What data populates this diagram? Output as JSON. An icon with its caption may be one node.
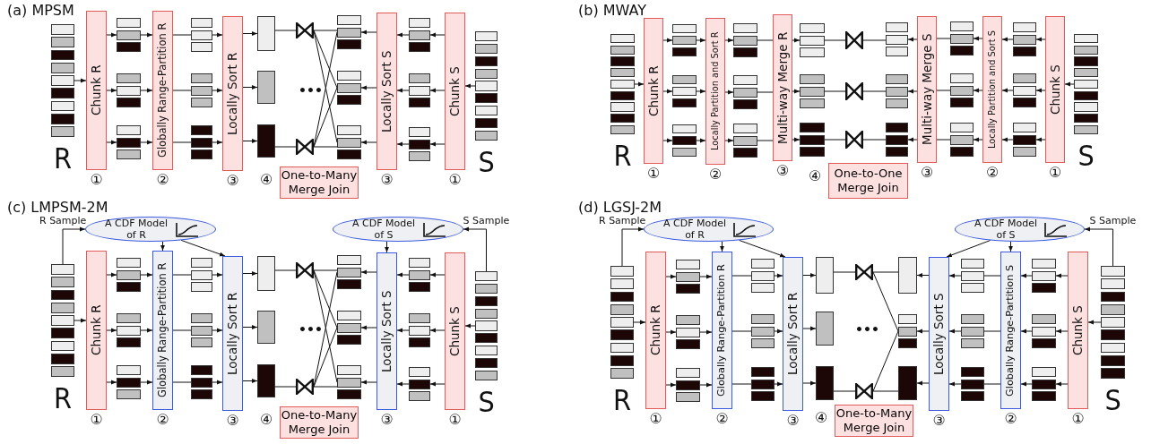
{
  "diagram": {
    "nodes": [
      {
        "text": [],
        "shape": "box",
        "beside": [
          "R"
        ]
      },
      {
        "text": [
          "Chunk R"
        ],
        "beside": [
          "①"
        ]
      },
      {
        "text": [],
        "shape": "box"
      },
      {
        "text": [],
        "shape": "box"
      },
      {
        "text": [],
        "shape": "box"
      },
      {
        "text": [
          "Globally Range-Partition R"
        ],
        "beside": [
          "②"
        ]
      },
      {
        "text": [],
        "shape": "box"
      },
      {
        "text": [],
        "shape": "box"
      },
      {
        "text": [],
        "shape": "box"
      },
      {
        "text": [
          "Locally Sort R"
        ],
        "beside": [
          "③"
        ]
      },
      {
        "text": [],
        "shape": "box"
      },
      {
        "text": [],
        "shape": "box"
      },
      {
        "text": [],
        "shape": "box"
      },
      {
        "text": [],
        "shape": "bowtie"
      },
      {
        "text": [],
        "shape": "bowtie"
      },
      {
        "text": [
          "One-to-Many Merge Join"
        ],
        "beside": [
          "④"
        ]
      },
      {
        "text": [],
        "shape": "box"
      },
      {
        "text": [],
        "shape": "box"
      },
      {
        "text": [],
        "shape": "box"
      },
      {
        "text": [
          "Locally Sort S"
        ],
        "beside": [
          "③"
        ]
      },
      {
        "text": [],
        "shape": "box"
      },
      {
        "text": [],
        "shape": "box"
      },
      {
        "text": [],
        "shape": "box"
      },
      {
        "text": [
          "Chunk S"
        ],
        "beside": [
          "①"
        ]
      },
      {
        "text": [],
        "shape": "box",
        "beside": [
          "S"
        ]
      },
      {
        "text": [],
        "shape": "box",
        "beside": [
          "R"
        ]
      },
      {
        "text": [
          "Chunk R"
        ],
        "beside": [
          "①"
        ]
      },
      {
        "text": [],
        "shape": "box"
      },
      {
        "text": [],
        "shape": "box"
      },
      {
        "text": [],
        "shape": "box"
      },
      {
        "text": [
          "Locally Partition and Sort R"
        ],
        "beside": [
          "②"
        ]
      },
      {
        "text": [],
        "shape": "box"
      },
      {
        "text": [],
        "shape": "box"
      },
      {
        "text": [],
        "shape": "box"
      },
      {
        "text": [
          "Multi-way Merge R"
        ],
        "beside": [
          "③"
        ]
      },
      {
        "text": [],
        "shape": "box"
      },
      {
        "text": [],
        "shape": "box"
      },
      {
        "text": [],
        "shape": "box"
      },
      {
        "text": [],
        "shape": "bowtie"
      },
      {
        "text": [],
        "shape": "bowtie"
      },
      {
        "text": [],
        "shape": "bowtie"
      },
      {
        "text": [
          "One-to-One Merge Join"
        ],
        "beside": [
          "④"
        ]
      },
      {
        "text": [],
        "shape": "box"
      },
      {
        "text": [],
        "shape": "box"
      },
      {
        "text": [],
        "shape": "box"
      },
      {
        "text": [
          "Multi-way Merge S"
        ],
        "beside": [
          "③"
        ]
      },
      {
        "text": [],
        "shape": "box"
      },
      {
        "text": [],
        "shape": "box"
      },
      {
        "text": [],
        "shape": "box"
      },
      {
        "text": [
          "Locally Partition and Sort S"
        ],
        "beside": [
          "②"
        ]
      },
      {
        "text": [],
        "shape": "box"
      },
      {
        "text": [],
        "shape": "box"
      },
      {
        "text": [],
        "shape": "box"
      },
      {
        "text": [
          "Chunk S"
        ],
        "beside": [
          "①"
        ]
      },
      {
        "text": [],
        "shape": "box",
        "beside": [
          "S"
        ]
      },
      {
        "text": [
          "A CDF Model of R"
        ]
      },
      {
        "text": [
          "A CDF Model of S"
        ]
      },
      {
        "text": [],
        "shape": "box",
        "beside": [
          "R"
        ]
      },
      {
        "text": [
          "Chunk R"
        ],
        "beside": [
          "①"
        ]
      },
      {
        "text": [],
        "shape": "box"
      },
      {
        "text": [],
        "shape": "box"
      },
      {
        "text": [],
        "shape": "box"
      },
      {
        "text": [
          "Globally Range-Partition R"
        ],
        "beside": [
          "②"
        ]
      },
      {
        "text": [],
        "shape": "box"
      },
      {
        "text": [],
        "shape": "box"
      },
      {
        "text": [],
        "shape": "box"
      },
      {
        "text": [
          "Locally Sort R"
        ],
        "beside": [
          "③"
        ]
      },
      {
        "text": [],
        "shape": "box"
      },
      {
        "text": [],
        "shape": "box"
      },
      {
        "text": [],
        "shape": "box"
      },
      {
        "text": [],
        "shape": "bowtie"
      },
      {
        "text": [],
        "shape": "bowtie"
      },
      {
        "text": [
          "One-to-Many Merge Join"
        ],
        "beside": [
          "④"
        ]
      },
      {
        "text": [],
        "shape": "box"
      },
      {
        "text": [],
        "shape": "box"
      },
      {
        "text": [],
        "shape": "box"
      },
      {
        "text": [
          "Locally Sort S"
        ],
        "beside": [
          "③"
        ]
      },
      {
        "text": [],
        "shape": "box"
      },
      {
        "text": [],
        "shape": "box"
      },
      {
        "text": [],
        "shape": "box"
      },
      {
        "text": [
          "Chunk S"
        ],
        "beside": [
          "①"
        ]
      },
      {
        "text": [],
        "shape": "box",
        "beside": [
          "S"
        ]
      },
      {
        "text": [
          "A CDF Model of R"
        ]
      },
      {
        "text": [
          "A CDF Model of S"
        ]
      },
      {
        "text": [],
        "shape": "box",
        "beside": [
          "R"
        ]
      },
      {
        "text": [
          "Chunk R"
        ],
        "beside": [
          "①"
        ]
      },
      {
        "text": [],
        "shape": "box"
      },
      {
        "text": [],
        "shape": "box"
      },
      {
        "text": [],
        "shape": "box"
      },
      {
        "text": [
          "Globally Range-Partition R"
        ],
        "beside": [
          "②"
        ]
      },
      {
        "text": [],
        "shape": "box"
      },
      {
        "text": [],
        "shape": "box"
      },
      {
        "text": [],
        "shape": "box"
      },
      {
        "text": [
          "Locally Sort R"
        ],
        "beside": [
          "③"
        ]
      },
      {
        "text": [],
        "shape": "box"
      },
      {
        "text": [],
        "shape": "box"
      },
      {
        "text": [],
        "shape": "box"
      },
      {
        "text": [],
        "shape": "bowtie"
      },
      {
        "text": [],
        "shape": "bowtie"
      },
      {
        "text": [
          "One-to-Many Merge Join"
        ],
        "beside": [
          "④"
        ]
      },
      {
        "text": [],
        "shape": "box"
      },
      {
        "text": [],
        "shape": "box"
      },
      {
        "text": [],
        "shape": "box"
      },
      {
        "text": [
          "Locally Sort S"
        ],
        "beside": [
          "③"
        ]
      },
      {
        "text": [],
        "shape": "box"
      },
      {
        "text": [],
        "shape": "box"
      },
      {
        "text": [],
        "shape": "box"
      },
      {
        "text": [
          "Globally Range-Partition S"
        ],
        "beside": [
          "②"
        ]
      },
      {
        "text": [],
        "shape": "box"
      },
      {
        "text": [],
        "shape": "box"
      },
      {
        "text": [],
        "shape": "box"
      },
      {
        "text": [
          "Chunk S"
        ],
        "beside": [
          "①"
        ]
      },
      {
        "text": [],
        "shape": "box",
        "beside": [
          "S"
        ]
      }
    ],
    "edges": [
      {
        "from": 0,
        "to": 1,
        "arrow": "to"
      },
      {
        "from": 1,
        "to": 2,
        "arrow": "to"
      },
      {
        "from": 1,
        "to": 3,
        "arrow": "to"
      },
      {
        "from": 1,
        "to": 4,
        "arrow": "to"
      },
      {
        "from": 2,
        "to": 5,
        "arrow": "to"
      },
      {
        "from": 3,
        "to": 5,
        "arrow": "to"
      },
      {
        "from": 4,
        "to": 5,
        "arrow": "to"
      },
      {
        "from": 5,
        "to": 6,
        "arrow": "none"
      },
      {
        "from": 5,
        "to": 7,
        "arrow": "none"
      },
      {
        "from": 5,
        "to": 8,
        "arrow": "none"
      },
      {
        "from": 6,
        "to": 9,
        "arrow": "to"
      },
      {
        "from": 7,
        "to": 9,
        "arrow": "to"
      },
      {
        "from": 8,
        "to": 9,
        "arrow": "to"
      },
      {
        "from": 9,
        "to": 10,
        "arrow": "to"
      },
      {
        "from": 9,
        "to": 11,
        "arrow": "to"
      },
      {
        "from": 9,
        "to": 12,
        "arrow": "to"
      },
      {
        "from": 10,
        "to": 13,
        "arrow": "none"
      },
      {
        "from": 12,
        "to": 14,
        "arrow": "none"
      },
      {
        "from": 13,
        "to": 16,
        "arrow": "none"
      },
      {
        "from": 13,
        "to": 17,
        "arrow": "none"
      },
      {
        "from": 13,
        "to": 18,
        "arrow": "none"
      },
      {
        "from": 14,
        "to": 16,
        "arrow": "none"
      },
      {
        "from": 14,
        "to": 17,
        "arrow": "none"
      },
      {
        "from": 14,
        "to": 18,
        "arrow": "none"
      },
      {
        "from": 19,
        "to": 16,
        "arrow": "to"
      },
      {
        "from": 19,
        "to": 17,
        "arrow": "to"
      },
      {
        "from": 19,
        "to": 18,
        "arrow": "to"
      },
      {
        "from": 20,
        "to": 19,
        "arrow": "to"
      },
      {
        "from": 21,
        "to": 19,
        "arrow": "to"
      },
      {
        "from": 22,
        "to": 19,
        "arrow": "to"
      },
      {
        "from": 23,
        "to": 20,
        "arrow": "to"
      },
      {
        "from": 23,
        "to": 21,
        "arrow": "to"
      },
      {
        "from": 23,
        "to": 22,
        "arrow": "to"
      },
      {
        "from": 24,
        "to": 23,
        "arrow": "to"
      },
      {
        "from": 25,
        "to": 26,
        "arrow": "to"
      },
      {
        "from": 26,
        "to": 27,
        "arrow": "to"
      },
      {
        "from": 26,
        "to": 28,
        "arrow": "to"
      },
      {
        "from": 26,
        "to": 29,
        "arrow": "to"
      },
      {
        "from": 27,
        "to": 30,
        "arrow": "to"
      },
      {
        "from": 28,
        "to": 30,
        "arrow": "to"
      },
      {
        "from": 29,
        "to": 30,
        "arrow": "to"
      },
      {
        "from": 30,
        "to": 31,
        "arrow": "to"
      },
      {
        "from": 30,
        "to": 32,
        "arrow": "to"
      },
      {
        "from": 30,
        "to": 33,
        "arrow": "to"
      },
      {
        "from": 31,
        "to": 34,
        "arrow": "none"
      },
      {
        "from": 32,
        "to": 34,
        "arrow": "none"
      },
      {
        "from": 33,
        "to": 34,
        "arrow": "none"
      },
      {
        "from": 34,
        "to": 35,
        "arrow": "to"
      },
      {
        "from": 34,
        "to": 36,
        "arrow": "to"
      },
      {
        "from": 34,
        "to": 37,
        "arrow": "to"
      },
      {
        "from": 35,
        "to": 38,
        "arrow": "none"
      },
      {
        "from": 36,
        "to": 39,
        "arrow": "none"
      },
      {
        "from": 37,
        "to": 40,
        "arrow": "none"
      },
      {
        "from": 38,
        "to": 42,
        "arrow": "none"
      },
      {
        "from": 39,
        "to": 43,
        "arrow": "none"
      },
      {
        "from": 40,
        "to": 44,
        "arrow": "none"
      },
      {
        "from": 45,
        "to": 42,
        "arrow": "to"
      },
      {
        "from": 45,
        "to": 43,
        "arrow": "to"
      },
      {
        "from": 45,
        "to": 44,
        "arrow": "to"
      },
      {
        "from": 46,
        "to": 45,
        "arrow": "none"
      },
      {
        "from": 47,
        "to": 45,
        "arrow": "none"
      },
      {
        "from": 48,
        "to": 45,
        "arrow": "none"
      },
      {
        "from": 49,
        "to": 46,
        "arrow": "to"
      },
      {
        "from": 49,
        "to": 47,
        "arrow": "to"
      },
      {
        "from": 49,
        "to": 48,
        "arrow": "to"
      },
      {
        "from": 50,
        "to": 49,
        "arrow": "to"
      },
      {
        "from": 51,
        "to": 49,
        "arrow": "to"
      },
      {
        "from": 52,
        "to": 49,
        "arrow": "to"
      },
      {
        "from": 53,
        "to": 50,
        "arrow": "to"
      },
      {
        "from": 53,
        "to": 51,
        "arrow": "to"
      },
      {
        "from": 53,
        "to": 52,
        "arrow": "to"
      },
      {
        "from": 54,
        "to": 53,
        "arrow": "to"
      },
      {
        "from": 57,
        "to": 55,
        "arrow": "to",
        "label": "R Sample"
      },
      {
        "from": 55,
        "to": 62,
        "arrow": "to"
      },
      {
        "from": 55,
        "to": 66,
        "arrow": "to"
      },
      {
        "from": 81,
        "to": 56,
        "arrow": "to",
        "label": "S Sample"
      },
      {
        "from": 56,
        "to": 76,
        "arrow": "to"
      },
      {
        "from": 57,
        "to": 58,
        "arrow": "to"
      },
      {
        "from": 58,
        "to": 59,
        "arrow": "to"
      },
      {
        "from": 58,
        "to": 60,
        "arrow": "to"
      },
      {
        "from": 58,
        "to": 61,
        "arrow": "to"
      },
      {
        "from": 59,
        "to": 62,
        "arrow": "to"
      },
      {
        "from": 60,
        "to": 62,
        "arrow": "to"
      },
      {
        "from": 61,
        "to": 62,
        "arrow": "to"
      },
      {
        "from": 62,
        "to": 63,
        "arrow": "none"
      },
      {
        "from": 62,
        "to": 64,
        "arrow": "none"
      },
      {
        "from": 62,
        "to": 65,
        "arrow": "none"
      },
      {
        "from": 63,
        "to": 66,
        "arrow": "to"
      },
      {
        "from": 64,
        "to": 66,
        "arrow": "to"
      },
      {
        "from": 65,
        "to": 66,
        "arrow": "to"
      },
      {
        "from": 66,
        "to": 67,
        "arrow": "to"
      },
      {
        "from": 66,
        "to": 68,
        "arrow": "to"
      },
      {
        "from": 66,
        "to": 69,
        "arrow": "to"
      },
      {
        "from": 67,
        "to": 70,
        "arrow": "none"
      },
      {
        "from": 69,
        "to": 71,
        "arrow": "none"
      },
      {
        "from": 70,
        "to": 73,
        "arrow": "none"
      },
      {
        "from": 70,
        "to": 74,
        "arrow": "none"
      },
      {
        "from": 70,
        "to": 75,
        "arrow": "none"
      },
      {
        "from": 71,
        "to": 73,
        "arrow": "none"
      },
      {
        "from": 71,
        "to": 74,
        "arrow": "none"
      },
      {
        "from": 71,
        "to": 75,
        "arrow": "none"
      },
      {
        "from": 76,
        "to": 73,
        "arrow": "to"
      },
      {
        "from": 76,
        "to": 74,
        "arrow": "to"
      },
      {
        "from": 76,
        "to": 75,
        "arrow": "to"
      },
      {
        "from": 77,
        "to": 76,
        "arrow": "to"
      },
      {
        "from": 78,
        "to": 76,
        "arrow": "to"
      },
      {
        "from": 79,
        "to": 76,
        "arrow": "to"
      },
      {
        "from": 80,
        "to": 77,
        "arrow": "to"
      },
      {
        "from": 80,
        "to": 78,
        "arrow": "to"
      },
      {
        "from": 80,
        "to": 79,
        "arrow": "to"
      },
      {
        "from": 81,
        "to": 80,
        "arrow": "to"
      },
      {
        "from": 84,
        "to": 82,
        "arrow": "to",
        "label": "R Sample"
      },
      {
        "from": 82,
        "to": 89,
        "arrow": "to"
      },
      {
        "from": 82,
        "to": 93,
        "arrow": "to"
      },
      {
        "from": 112,
        "to": 83,
        "arrow": "to",
        "label": "S Sample"
      },
      {
        "from": 83,
        "to": 103,
        "arrow": "to"
      },
      {
        "from": 83,
        "to": 107,
        "arrow": "to"
      },
      {
        "from": 84,
        "to": 85,
        "arrow": "to"
      },
      {
        "from": 85,
        "to": 86,
        "arrow": "to"
      },
      {
        "from": 85,
        "to": 87,
        "arrow": "to"
      },
      {
        "from": 85,
        "to": 88,
        "arrow": "to"
      },
      {
        "from": 86,
        "to": 89,
        "arrow": "to"
      },
      {
        "from": 87,
        "to": 89,
        "arrow": "to"
      },
      {
        "from": 88,
        "to": 89,
        "arrow": "to"
      },
      {
        "from": 89,
        "to": 90,
        "arrow": "none"
      },
      {
        "from": 89,
        "to": 91,
        "arrow": "none"
      },
      {
        "from": 89,
        "to": 92,
        "arrow": "none"
      },
      {
        "from": 90,
        "to": 93,
        "arrow": "to"
      },
      {
        "from": 91,
        "to": 93,
        "arrow": "to"
      },
      {
        "from": 92,
        "to": 93,
        "arrow": "to"
      },
      {
        "from": 93,
        "to": 94,
        "arrow": "to"
      },
      {
        "from": 93,
        "to": 95,
        "arrow": "to"
      },
      {
        "from": 93,
        "to": 96,
        "arrow": "to"
      },
      {
        "from": 94,
        "to": 97,
        "arrow": "none"
      },
      {
        "from": 96,
        "to": 98,
        "arrow": "none"
      },
      {
        "from": 97,
        "to": 100,
        "arrow": "none"
      },
      {
        "from": 97,
        "to": 101,
        "arrow": "none"
      },
      {
        "from": 98,
        "to": 101,
        "arrow": "none"
      },
      {
        "from": 98,
        "to": 102,
        "arrow": "none"
      },
      {
        "from": 103,
        "to": 100,
        "arrow": "to"
      },
      {
        "from": 103,
        "to": 101,
        "arrow": "to"
      },
      {
        "from": 103,
        "to": 102,
        "arrow": "to"
      },
      {
        "from": 104,
        "to": 103,
        "arrow": "to"
      },
      {
        "from": 105,
        "to": 103,
        "arrow": "to"
      },
      {
        "from": 106,
        "to": 103,
        "arrow": "to"
      },
      {
        "from": 107,
        "to": 104,
        "arrow": "none"
      },
      {
        "from": 107,
        "to": 105,
        "arrow": "none"
      },
      {
        "from": 107,
        "to": 106,
        "arrow": "none"
      },
      {
        "from": 108,
        "to": 107,
        "arrow": "to"
      },
      {
        "from": 109,
        "to": 107,
        "arrow": "to"
      },
      {
        "from": 110,
        "to": 107,
        "arrow": "to"
      },
      {
        "from": 111,
        "to": 108,
        "arrow": "to"
      },
      {
        "from": 111,
        "to": 109,
        "arrow": "to"
      },
      {
        "from": 111,
        "to": 110,
        "arrow": "to"
      },
      {
        "from": 112,
        "to": 111,
        "arrow": "to"
      }
    ],
    "labels": [
      "(a) MPSM",
      "(b) MWAY",
      "•••",
      "(c) LMPSM-2M",
      "(d) LGSJ-2M",
      "•••",
      "•••"
    ]
  }
}
